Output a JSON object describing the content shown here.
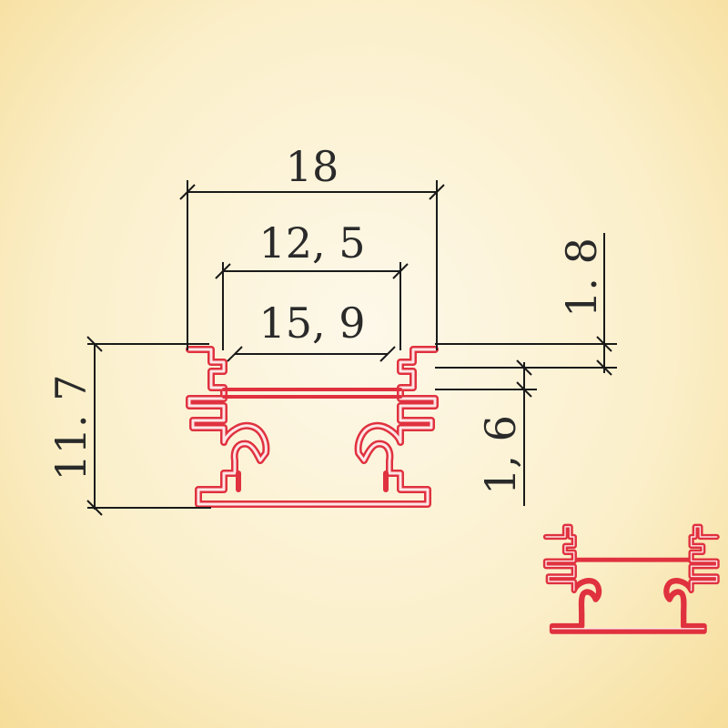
{
  "drawing": {
    "dimensions": {
      "outer_width": "18",
      "inner_top_width": "12, 5",
      "inner_bottom_width": "15, 9",
      "height": "11. 7",
      "right_top_step": "1. 8",
      "right_bottom_step": "1, 6"
    },
    "colors": {
      "profile": "#e0313f",
      "profile_inner": "#fde6e6",
      "dimension_lines": "#1a1a1a",
      "text": "#2a2a2a"
    }
  }
}
